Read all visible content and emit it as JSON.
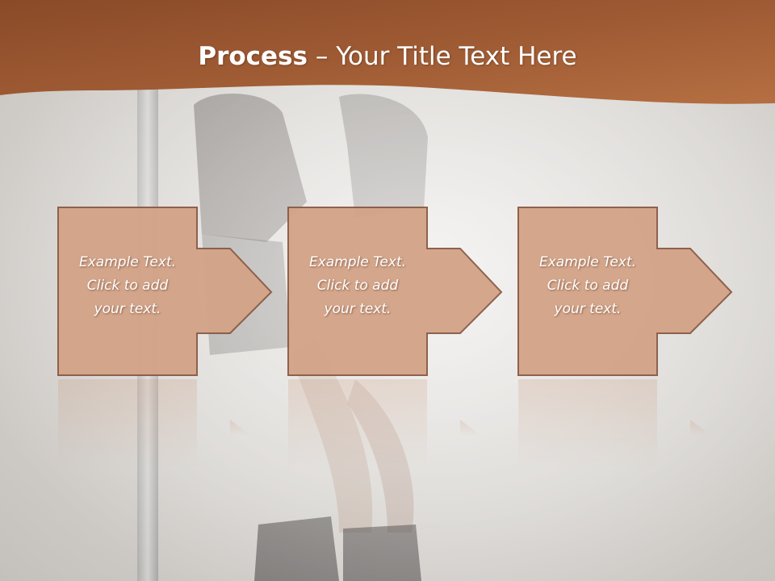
{
  "title": {
    "bold_part": "Process",
    "rest": " – Your Title Text Here"
  },
  "steps": [
    {
      "text_line1": "Example Text.",
      "text_line2": "Click  to add",
      "text_line3": "your text."
    },
    {
      "text_line1": "Example Text.",
      "text_line2": "Click  to add",
      "text_line3": "your text."
    },
    {
      "text_line1": "Example Text.",
      "text_line2": "Click  to add",
      "text_line3": "your text."
    }
  ],
  "colors": {
    "header_band": "#a9653a",
    "box_fill": "#d3a387",
    "box_border": "#8a5a44",
    "text": "#ffffff"
  }
}
